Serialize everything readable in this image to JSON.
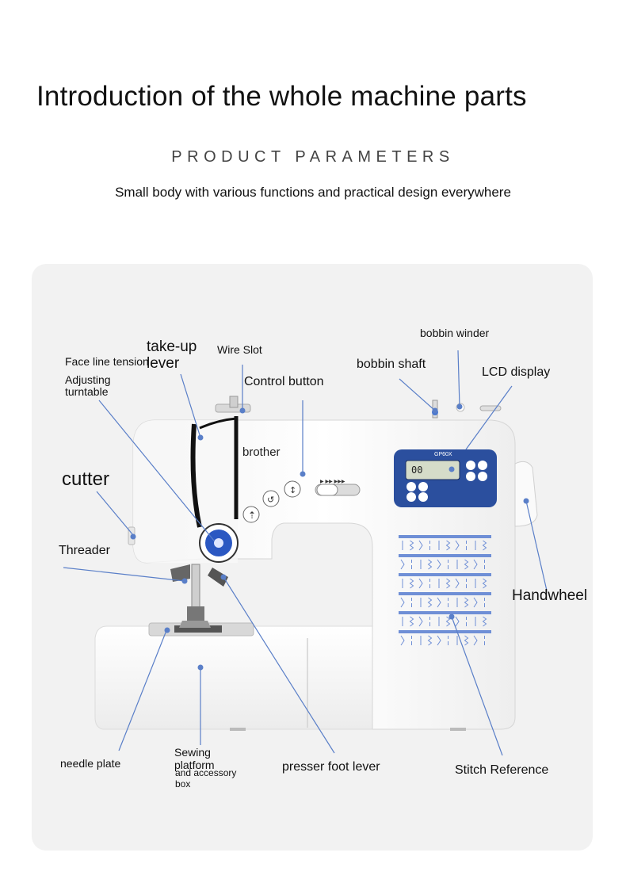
{
  "header": {
    "title": "Introduction of the whole machine parts",
    "subtitle": "PRODUCT PARAMETERS",
    "tagline": "Small body with various functions and practical design everywhere"
  },
  "machine": {
    "brand": "brother",
    "model": "GP60X",
    "lcd_text": "00",
    "body_color": "#ffffff",
    "accent_color": "#2b4f9e",
    "callout_line_color": "#5a7fc8"
  },
  "labels": {
    "face_line_tension": "Face line tension",
    "adjusting_turntable": "Adjusting turntable",
    "take_up_lever_1": "take-up",
    "take_up_lever_2": "lever",
    "wire_slot": "Wire Slot",
    "control_button": "Control button",
    "bobbin_winder": "bobbin winder",
    "bobbin_shaft": "bobbin shaft",
    "lcd_display": "LCD display",
    "cutter": "cutter",
    "threader": "Threader",
    "handwheel": "Handwheel",
    "needle_plate": "needle plate",
    "sewing_platform_1": "Sewing",
    "sewing_platform_2": "platform",
    "sewing_platform_3": "and accessory",
    "sewing_platform_4": "box",
    "presser_foot_lever": "presser foot lever",
    "stitch_reference": "Stitch Reference"
  }
}
